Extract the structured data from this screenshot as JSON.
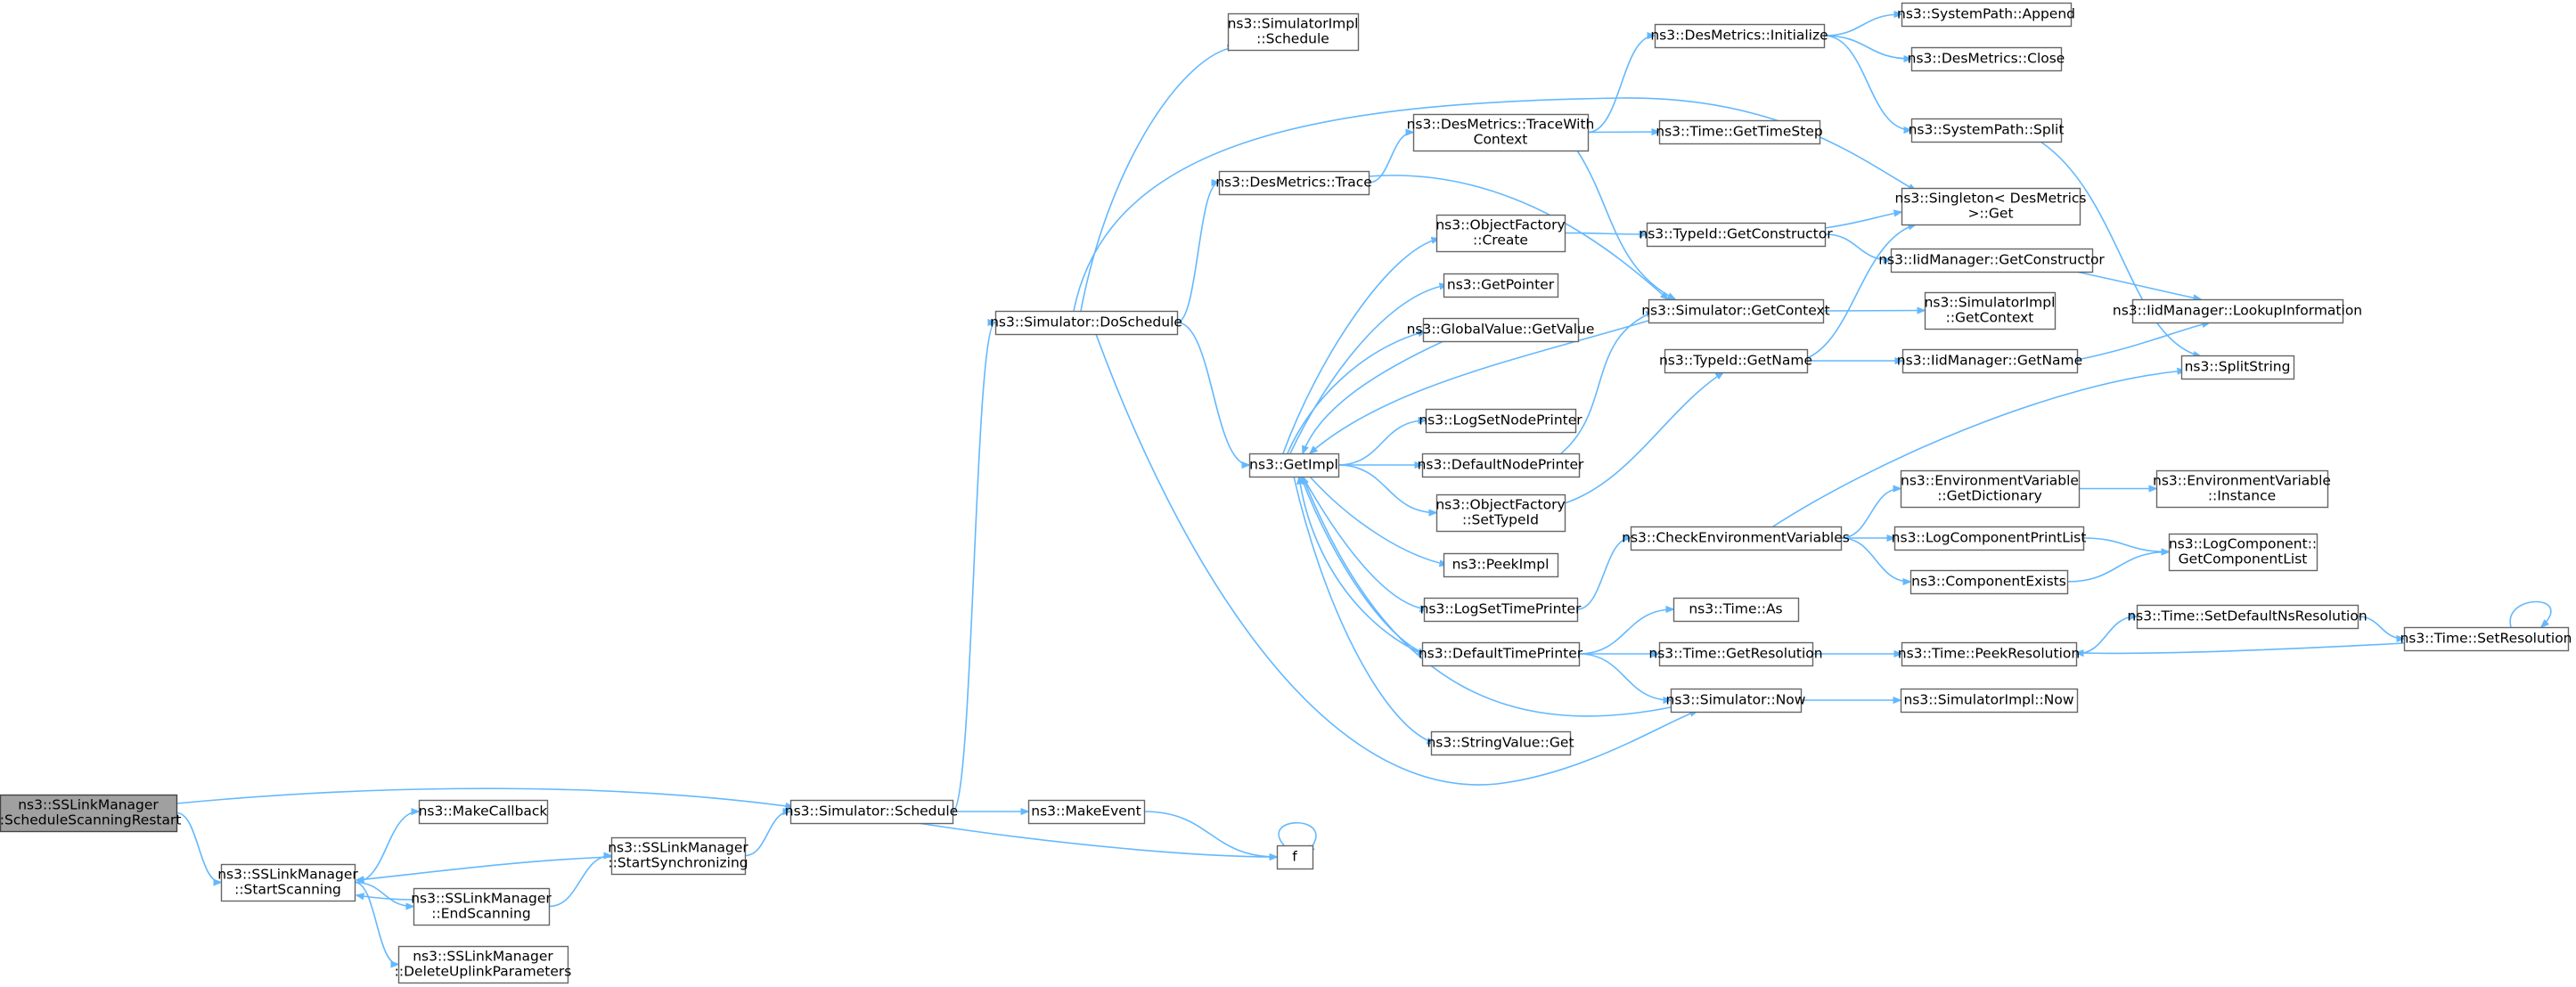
{
  "diagram": {
    "type": "call-graph",
    "colors": {
      "edge": "#63b8ff",
      "node_border": "#666666",
      "root_fill": "#a0a0a0",
      "node_fill": "#ffffff"
    },
    "nodes": [
      {
        "id": "root",
        "lines": [
          "ns3::SSLinkManager",
          "::ScheduleScanningRestart"
        ]
      },
      {
        "id": "startScanning",
        "lines": [
          "ns3::SSLinkManager",
          "::StartScanning"
        ]
      },
      {
        "id": "makeCallback",
        "lines": [
          "ns3::MakeCallback"
        ]
      },
      {
        "id": "endScanning",
        "lines": [
          "ns3::SSLinkManager",
          "::EndScanning"
        ]
      },
      {
        "id": "deleteUplink",
        "lines": [
          "ns3::SSLinkManager",
          "::DeleteUplinkParameters"
        ]
      },
      {
        "id": "startSync",
        "lines": [
          "ns3::SSLinkManager",
          "::StartSynchronizing"
        ]
      },
      {
        "id": "simSchedule",
        "lines": [
          "ns3::Simulator::Schedule"
        ]
      },
      {
        "id": "makeEvent",
        "lines": [
          "ns3::MakeEvent"
        ]
      },
      {
        "id": "f",
        "lines": [
          "f"
        ]
      },
      {
        "id": "doSchedule",
        "lines": [
          "ns3::Simulator::DoSchedule"
        ]
      },
      {
        "id": "implSchedule",
        "lines": [
          "ns3::SimulatorImpl",
          "::Schedule"
        ]
      },
      {
        "id": "desTrace",
        "lines": [
          "ns3::DesMetrics::Trace"
        ]
      },
      {
        "id": "getImpl",
        "lines": [
          "ns3::GetImpl"
        ]
      },
      {
        "id": "traceWithContext",
        "lines": [
          "ns3::DesMetrics::TraceWith",
          "Context"
        ]
      },
      {
        "id": "objFactoryCreate",
        "lines": [
          "ns3::ObjectFactory",
          "::Create"
        ]
      },
      {
        "id": "getPointer",
        "lines": [
          "ns3::GetPointer"
        ]
      },
      {
        "id": "globalValueGet",
        "lines": [
          "ns3::GlobalValue::GetValue"
        ]
      },
      {
        "id": "logSetNode",
        "lines": [
          "ns3::LogSetNodePrinter"
        ]
      },
      {
        "id": "defaultNode",
        "lines": [
          "ns3::DefaultNodePrinter"
        ]
      },
      {
        "id": "objFactorySetTypeId",
        "lines": [
          "ns3::ObjectFactory",
          "::SetTypeId"
        ]
      },
      {
        "id": "peekImpl",
        "lines": [
          "ns3::PeekImpl"
        ]
      },
      {
        "id": "logSetTime",
        "lines": [
          "ns3::LogSetTimePrinter"
        ]
      },
      {
        "id": "defaultTime",
        "lines": [
          "ns3::DefaultTimePrinter"
        ]
      },
      {
        "id": "stringValueGet",
        "lines": [
          "ns3::StringValue::Get"
        ]
      },
      {
        "id": "desInit",
        "lines": [
          "ns3::DesMetrics::Initialize"
        ]
      },
      {
        "id": "timeGetTimeStep",
        "lines": [
          "ns3::Time::GetTimeStep"
        ]
      },
      {
        "id": "typeIdGetCtor",
        "lines": [
          "ns3::TypeId::GetConstructor"
        ]
      },
      {
        "id": "simGetContext",
        "lines": [
          "ns3::Simulator::GetContext"
        ]
      },
      {
        "id": "typeIdGetName",
        "lines": [
          "ns3::TypeId::GetName"
        ]
      },
      {
        "id": "checkEnv",
        "lines": [
          "ns3::CheckEnvironmentVariables"
        ]
      },
      {
        "id": "timeAs",
        "lines": [
          "ns3::Time::As"
        ]
      },
      {
        "id": "timeGetRes",
        "lines": [
          "ns3::Time::GetResolution"
        ]
      },
      {
        "id": "simNow",
        "lines": [
          "ns3::Simulator::Now"
        ]
      },
      {
        "id": "sysPathAppend",
        "lines": [
          "ns3::SystemPath::Append"
        ]
      },
      {
        "id": "desClose",
        "lines": [
          "ns3::DesMetrics::Close"
        ]
      },
      {
        "id": "sysPathSplit",
        "lines": [
          "ns3::SystemPath::Split"
        ]
      },
      {
        "id": "singletonGet",
        "lines": [
          "ns3::Singleton< DesMetrics",
          " >::Get"
        ]
      },
      {
        "id": "iidGetCtor",
        "lines": [
          "ns3::IidManager::GetConstructor"
        ]
      },
      {
        "id": "implGetContext",
        "lines": [
          "ns3::SimulatorImpl",
          "::GetContext"
        ]
      },
      {
        "id": "iidGetName",
        "lines": [
          "ns3::IidManager::GetName"
        ]
      },
      {
        "id": "envGetDict",
        "lines": [
          "ns3::EnvironmentVariable",
          "::GetDictionary"
        ]
      },
      {
        "id": "logCompPrintList",
        "lines": [
          "ns3::LogComponentPrintList"
        ]
      },
      {
        "id": "componentExists",
        "lines": [
          "ns3::ComponentExists"
        ]
      },
      {
        "id": "timePeekRes",
        "lines": [
          "ns3::Time::PeekResolution"
        ]
      },
      {
        "id": "implNow",
        "lines": [
          "ns3::SimulatorImpl::Now"
        ]
      },
      {
        "id": "iidLookup",
        "lines": [
          "ns3::IidManager::LookupInformation"
        ]
      },
      {
        "id": "splitString",
        "lines": [
          "ns3::SplitString"
        ]
      },
      {
        "id": "envInstance",
        "lines": [
          "ns3::EnvironmentVariable",
          "::Instance"
        ]
      },
      {
        "id": "logCompGetList",
        "lines": [
          "ns3::LogComponent::",
          "GetComponentList"
        ]
      },
      {
        "id": "timeSetDefaultNs",
        "lines": [
          "ns3::Time::SetDefaultNsResolution"
        ]
      },
      {
        "id": "timeSetRes",
        "lines": [
          "ns3::Time::SetResolution"
        ]
      }
    ],
    "edges": [
      [
        "root",
        "simSchedule"
      ],
      [
        "root",
        "startScanning"
      ],
      [
        "startScanning",
        "makeCallback"
      ],
      [
        "startScanning",
        "endScanning"
      ],
      [
        "startScanning",
        "deleteUplink"
      ],
      [
        "endScanning",
        "startScanning"
      ],
      [
        "endScanning",
        "startSync"
      ],
      [
        "startSync",
        "startScanning"
      ],
      [
        "startSync",
        "simSchedule"
      ],
      [
        "simSchedule",
        "doSchedule"
      ],
      [
        "simSchedule",
        "makeEvent"
      ],
      [
        "simSchedule",
        "f"
      ],
      [
        "makeEvent",
        "f"
      ],
      [
        "f",
        "f"
      ],
      [
        "doSchedule",
        "implSchedule"
      ],
      [
        "doSchedule",
        "desTrace"
      ],
      [
        "doSchedule",
        "getImpl"
      ],
      [
        "doSchedule",
        "singletonGet"
      ],
      [
        "doSchedule",
        "simNow"
      ],
      [
        "desTrace",
        "traceWithContext"
      ],
      [
        "desTrace",
        "simGetContext"
      ],
      [
        "traceWithContext",
        "desInit"
      ],
      [
        "traceWithContext",
        "timeGetTimeStep"
      ],
      [
        "traceWithContext",
        "simGetContext"
      ],
      [
        "getImpl",
        "objFactoryCreate"
      ],
      [
        "getImpl",
        "getPointer"
      ],
      [
        "getImpl",
        "globalValueGet"
      ],
      [
        "getImpl",
        "logSetNode"
      ],
      [
        "getImpl",
        "defaultNode"
      ],
      [
        "getImpl",
        "objFactorySetTypeId"
      ],
      [
        "getImpl",
        "peekImpl"
      ],
      [
        "getImpl",
        "logSetTime"
      ],
      [
        "getImpl",
        "defaultTime"
      ],
      [
        "getImpl",
        "stringValueGet"
      ],
      [
        "globalValueGet",
        "getImpl"
      ],
      [
        "simGetContext",
        "getImpl"
      ],
      [
        "simNow",
        "getImpl"
      ],
      [
        "defaultTime",
        "getImpl"
      ],
      [
        "objFactoryCreate",
        "typeIdGetCtor"
      ],
      [
        "defaultNode",
        "simGetContext"
      ],
      [
        "objFactorySetTypeId",
        "typeIdGetName"
      ],
      [
        "logSetTime",
        "checkEnv"
      ],
      [
        "defaultTime",
        "timeAs"
      ],
      [
        "defaultTime",
        "timeGetRes"
      ],
      [
        "defaultTime",
        "simNow"
      ],
      [
        "desInit",
        "sysPathAppend"
      ],
      [
        "desInit",
        "desClose"
      ],
      [
        "desInit",
        "sysPathSplit"
      ],
      [
        "typeIdGetCtor",
        "singletonGet"
      ],
      [
        "typeIdGetCtor",
        "iidGetCtor"
      ],
      [
        "simGetContext",
        "implGetContext"
      ],
      [
        "typeIdGetName",
        "singletonGet"
      ],
      [
        "typeIdGetName",
        "iidGetName"
      ],
      [
        "checkEnv",
        "splitString"
      ],
      [
        "checkEnv",
        "envGetDict"
      ],
      [
        "checkEnv",
        "logCompPrintList"
      ],
      [
        "checkEnv",
        "componentExists"
      ],
      [
        "timeGetRes",
        "timePeekRes"
      ],
      [
        "simNow",
        "implNow"
      ],
      [
        "iidGetCtor",
        "iidLookup"
      ],
      [
        "iidGetName",
        "iidLookup"
      ],
      [
        "sysPathSplit",
        "splitString"
      ],
      [
        "envGetDict",
        "envInstance"
      ],
      [
        "logCompPrintList",
        "logCompGetList"
      ],
      [
        "componentExists",
        "logCompGetList"
      ],
      [
        "timePeekRes",
        "timeSetDefaultNs"
      ],
      [
        "timeSetDefaultNs",
        "timeSetRes"
      ],
      [
        "timeSetRes",
        "timePeekRes"
      ],
      [
        "timeSetRes",
        "timeSetRes"
      ]
    ]
  }
}
